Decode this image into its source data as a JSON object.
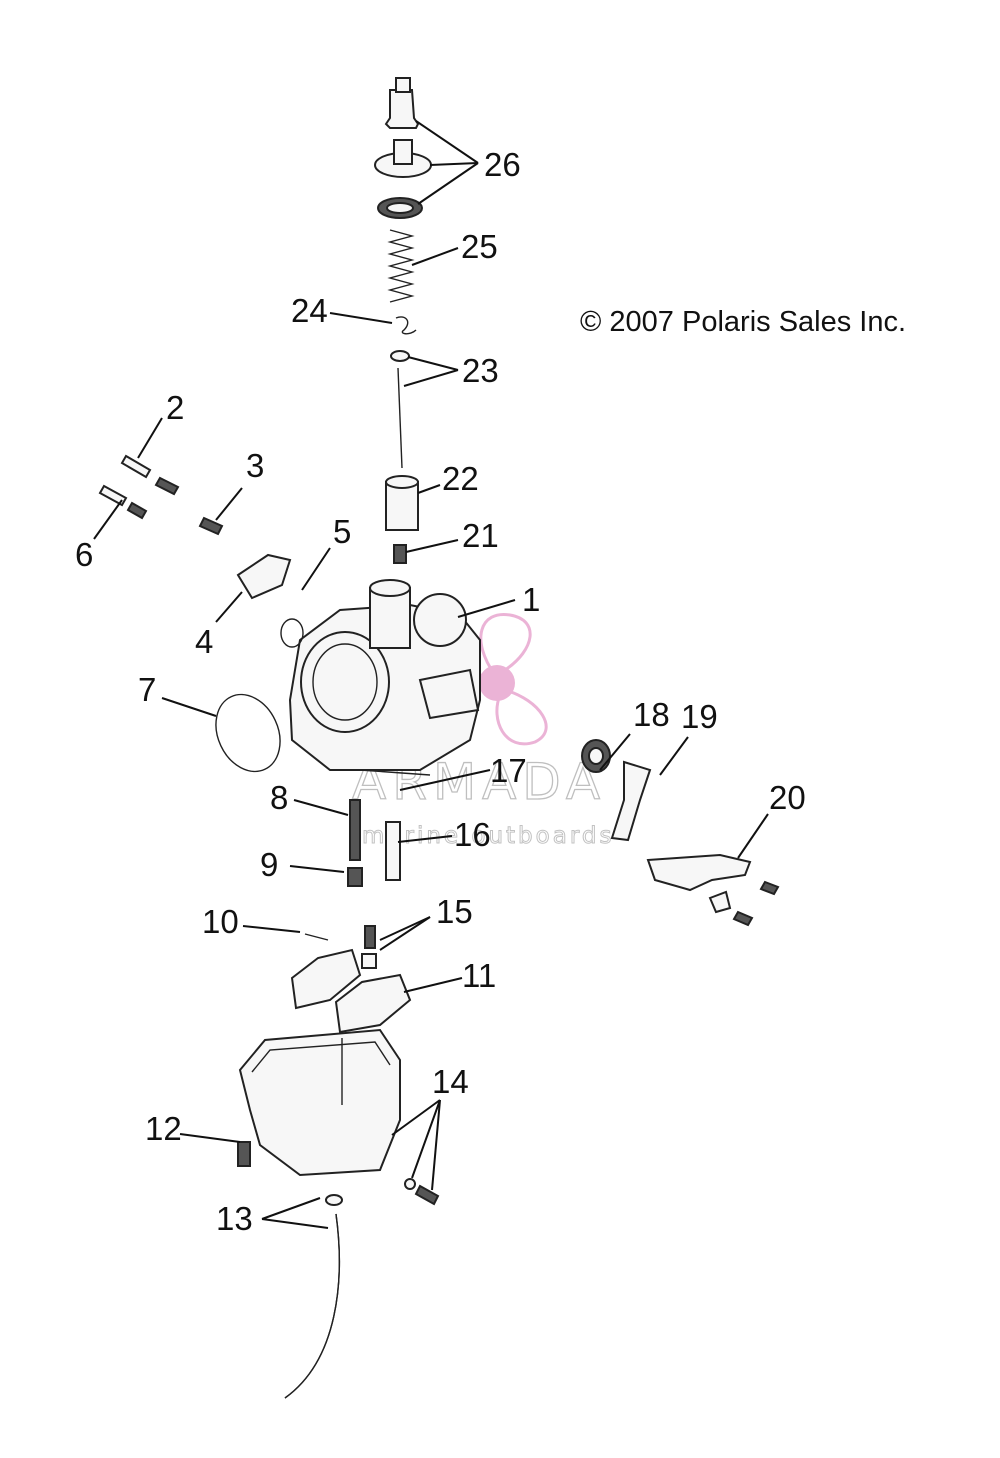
{
  "copyright": "© 2007 Polaris Sales Inc.",
  "watermark": {
    "brand": "ARMADA",
    "tagline": "marine outboards",
    "accent_color": "#e8a6cf"
  },
  "callouts": [
    "1",
    "2",
    "3",
    "4",
    "5",
    "6",
    "7",
    "8",
    "9",
    "10",
    "11",
    "12",
    "13",
    "14",
    "15",
    "16",
    "17",
    "18",
    "19",
    "20",
    "21",
    "22",
    "23",
    "24",
    "25",
    "26"
  ]
}
